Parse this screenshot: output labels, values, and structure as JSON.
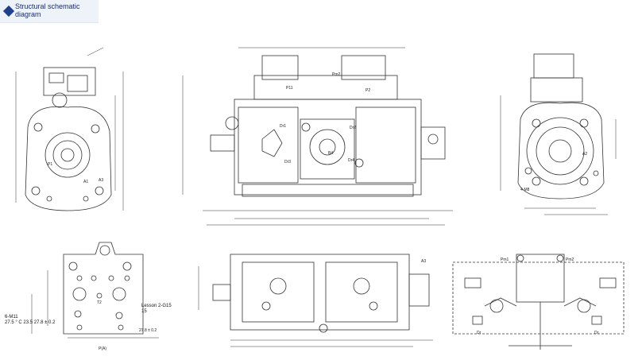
{
  "header": {
    "title": "Structural schematic diagram"
  },
  "views": {
    "front": {
      "labels": [
        "P1",
        "A1",
        "A3"
      ]
    },
    "side": {
      "labels": [
        "P11",
        "Pm2",
        "Dr1",
        "Dr2",
        "Dr3",
        "P2",
        "Dr4",
        "B4"
      ]
    },
    "rear": {
      "labels": [
        "A2",
        "4-M8"
      ]
    },
    "port_detail": {
      "labels": [
        "T2",
        "P(A)",
        "27.8 ± 0.2"
      ]
    },
    "top_view": {
      "labels": [
        "A3"
      ]
    },
    "hydraulic_schematic": {
      "labels": [
        "Pm1",
        "Pm2",
        "Dr",
        "Dr"
      ]
    }
  },
  "notes": {
    "left": "6-M11\n27.5 ° C 23.5 27.8 ± 0.2",
    "lesson": "Lesson 2-G15\n15"
  }
}
